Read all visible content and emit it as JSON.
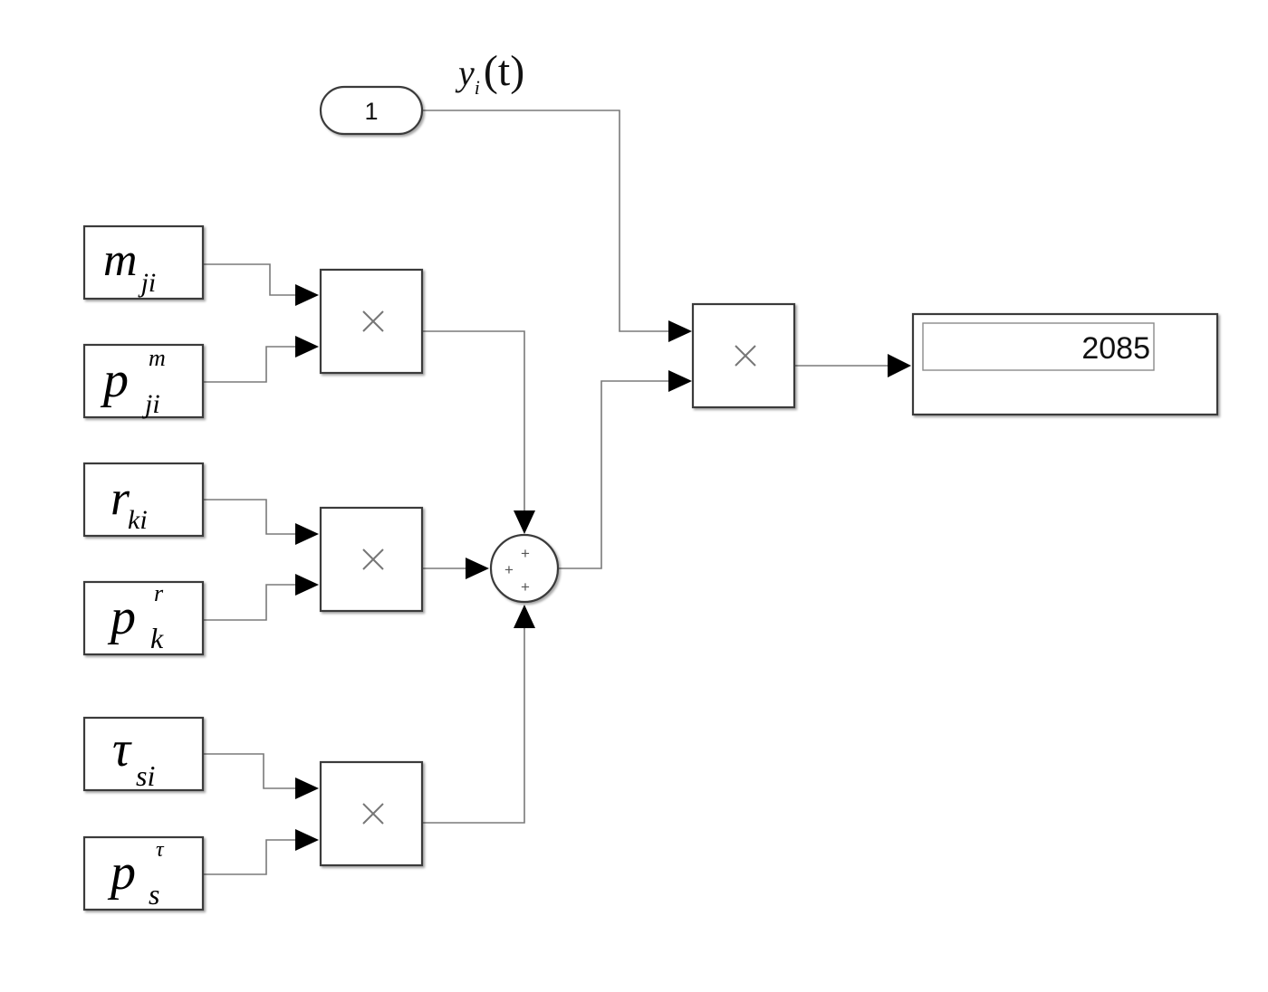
{
  "diagram": {
    "inport": {
      "number": "1",
      "signal_name": "y",
      "signal_sub": "i",
      "signal_arg": "(t)"
    },
    "constants": [
      {
        "id": "m_ji",
        "base": "m",
        "sub": "ji",
        "sup": ""
      },
      {
        "id": "p_ji_m",
        "base": "p",
        "sub": "ji",
        "sup": "m"
      },
      {
        "id": "r_ki",
        "base": "r",
        "sub": "ki",
        "sup": ""
      },
      {
        "id": "p_k_r",
        "base": "p",
        "sub": "k",
        "sup": "r"
      },
      {
        "id": "tau_si",
        "base": "τ",
        "sub": "si",
        "sup": ""
      },
      {
        "id": "p_s_tau",
        "base": "p",
        "sub": "s",
        "sup": "τ"
      }
    ],
    "product_symbol": "×",
    "sum": {
      "signs": [
        "+",
        "+",
        "+"
      ]
    },
    "display": {
      "value": "2085"
    }
  }
}
